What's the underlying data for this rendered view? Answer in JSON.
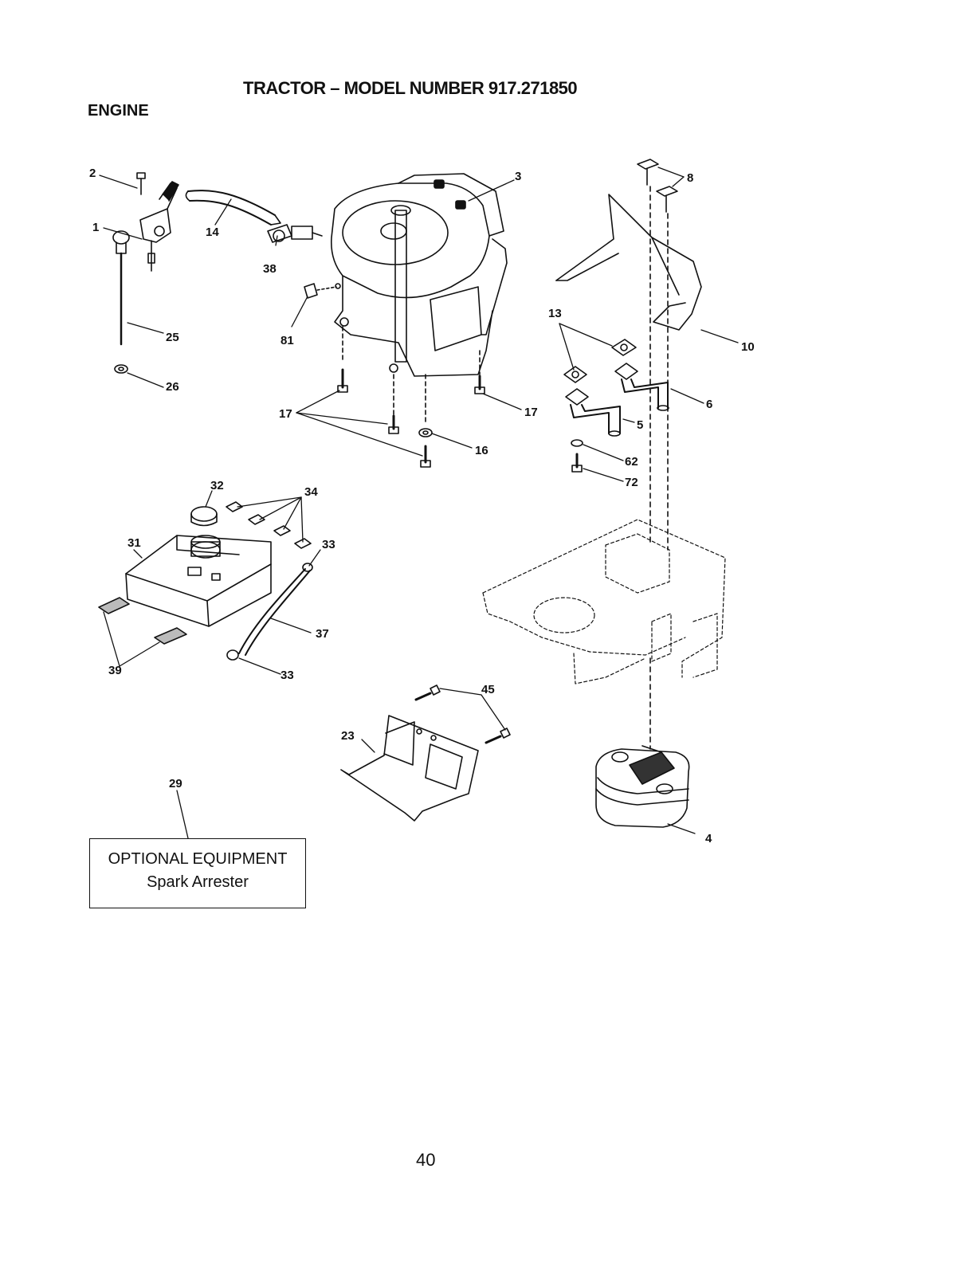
{
  "header": {
    "title": "TRACTOR – MODEL NUMBER 917.271850",
    "section": "ENGINE"
  },
  "callouts": [
    {
      "id": "c1",
      "label": "1"
    },
    {
      "id": "c2",
      "label": "2"
    },
    {
      "id": "c3",
      "label": "3"
    },
    {
      "id": "c4",
      "label": "4"
    },
    {
      "id": "c5",
      "label": "5"
    },
    {
      "id": "c6",
      "label": "6"
    },
    {
      "id": "c8",
      "label": "8"
    },
    {
      "id": "c10",
      "label": "10"
    },
    {
      "id": "c13",
      "label": "13"
    },
    {
      "id": "c14",
      "label": "14"
    },
    {
      "id": "c16",
      "label": "16"
    },
    {
      "id": "c17a",
      "label": "17"
    },
    {
      "id": "c17b",
      "label": "17"
    },
    {
      "id": "c23",
      "label": "23"
    },
    {
      "id": "c25",
      "label": "25"
    },
    {
      "id": "c26",
      "label": "26"
    },
    {
      "id": "c29",
      "label": "29"
    },
    {
      "id": "c31",
      "label": "31"
    },
    {
      "id": "c32",
      "label": "32"
    },
    {
      "id": "c33a",
      "label": "33"
    },
    {
      "id": "c33b",
      "label": "33"
    },
    {
      "id": "c34",
      "label": "34"
    },
    {
      "id": "c37",
      "label": "37"
    },
    {
      "id": "c38",
      "label": "38"
    },
    {
      "id": "c39",
      "label": "39"
    },
    {
      "id": "c45",
      "label": "45"
    },
    {
      "id": "c62",
      "label": "62"
    },
    {
      "id": "c72",
      "label": "72"
    },
    {
      "id": "c81",
      "label": "81"
    }
  ],
  "optional_box": {
    "heading": "OPTIONAL EQUIPMENT",
    "item": "Spark Arrester"
  },
  "footer": {
    "page_number": "40"
  }
}
